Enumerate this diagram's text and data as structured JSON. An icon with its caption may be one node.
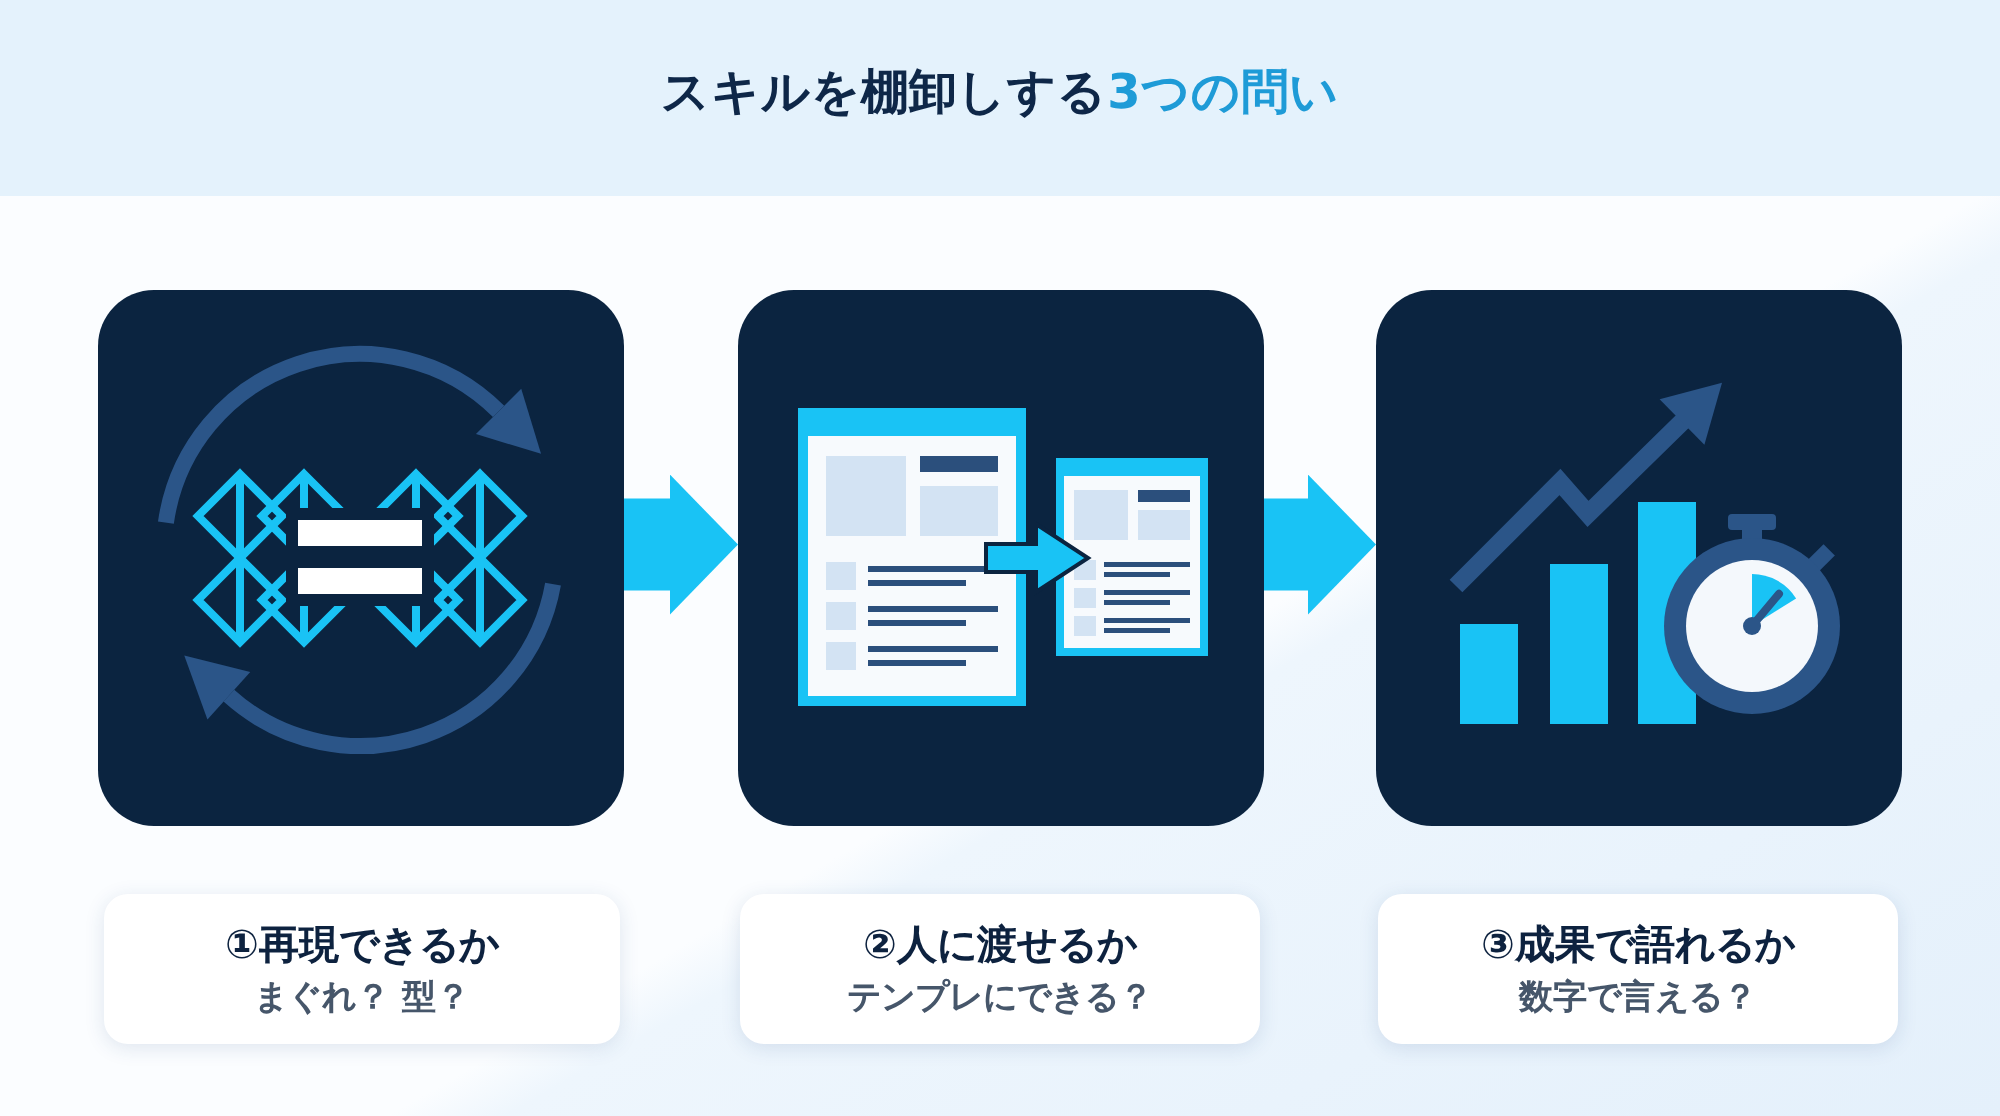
{
  "diagram": {
    "title": "スキルを棚卸しする**3つの問い**",
    "nodes": [
      {
        "text": [],
        "shape": "picture"
      },
      {
        "text": [
          "①再現できるか",
          "まぐれ？ 型？"
        ]
      },
      {
        "text": [],
        "shape": "picture"
      },
      {
        "text": [
          "②人に渡せるか",
          "テンプレにできる？"
        ]
      },
      {
        "text": [],
        "shape": "picture"
      },
      {
        "text": [
          "③成果で語れるか",
          "数字で言える？"
        ]
      }
    ],
    "edges": [
      {
        "from": 0,
        "to": 2,
        "arrow": "to"
      },
      {
        "from": 2,
        "to": 4,
        "arrow": "to"
      }
    ]
  }
}
